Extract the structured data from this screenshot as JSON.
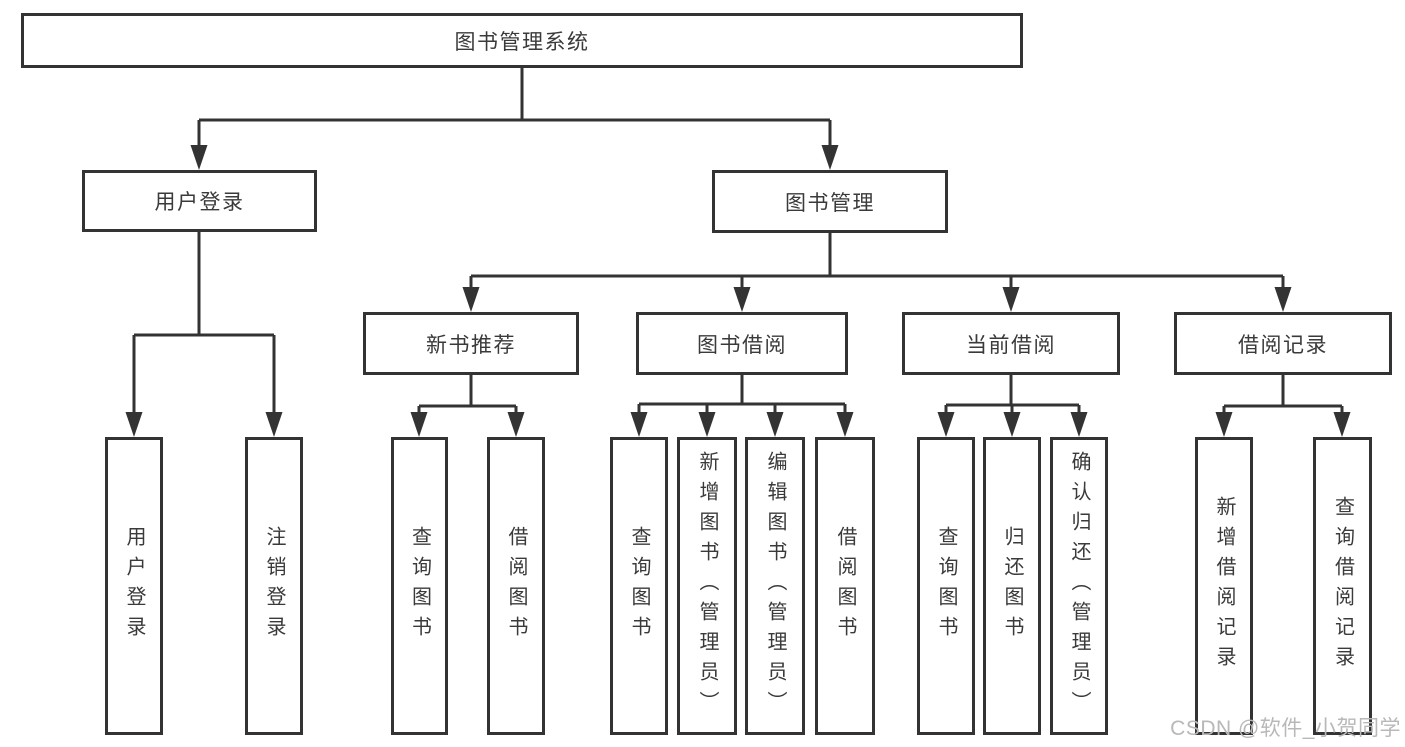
{
  "tree": {
    "root": {
      "label": "图书管理系统"
    },
    "branches": [
      {
        "label": "用户登录",
        "children": [
          {
            "label": "用户登录"
          },
          {
            "label": "注销登录"
          }
        ]
      },
      {
        "label": "图书管理",
        "sections": [
          {
            "label": "新书推荐",
            "children": [
              {
                "label": "查询图书"
              },
              {
                "label": "借阅图书"
              }
            ]
          },
          {
            "label": "图书借阅",
            "children": [
              {
                "label": "查询图书"
              },
              {
                "label": "新增图书（管理员）"
              },
              {
                "label": "编辑图书（管理员）"
              },
              {
                "label": "借阅图书"
              }
            ]
          },
          {
            "label": "当前借阅",
            "children": [
              {
                "label": "查询图书"
              },
              {
                "label": "归还图书"
              },
              {
                "label": "确认归还（管理员）"
              }
            ]
          },
          {
            "label": "借阅记录",
            "children": [
              {
                "label": "新增借阅记录"
              },
              {
                "label": "查询借阅记录"
              }
            ]
          }
        ]
      }
    ]
  },
  "watermark": {
    "text": "CSDN @软件_小贺同学"
  },
  "colors": {
    "line": "#333333",
    "text": "#3a3a3a",
    "watermark": "#b8b8b8",
    "background": "#ffffff"
  }
}
